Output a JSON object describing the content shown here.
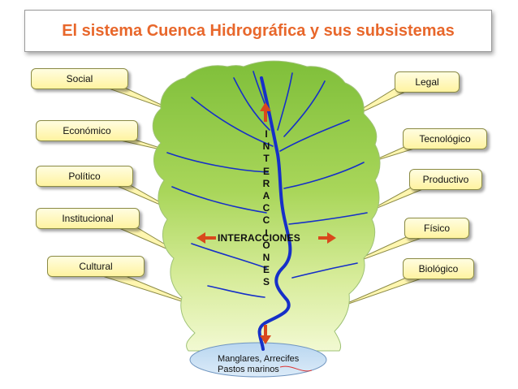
{
  "title": "El sistema Cuenca Hidrográfica y sus subsistemas",
  "left_labels": [
    "Social",
    "Económico",
    "Político",
    "Institucional",
    "Cultural"
  ],
  "right_labels": [
    "Legal",
    "Tecnológico",
    "Productivo",
    "Físico",
    "Biológico"
  ],
  "interactions_horizontal": "INTERACCIONES",
  "interactions_vertical": [
    "I",
    "N",
    "T",
    "E",
    "R",
    "A",
    "C",
    "C",
    "I",
    "O",
    "N",
    "E",
    "S"
  ],
  "bottom_line1": "Manglares, Arrecifes",
  "bottom_line2": "Pastos marinos",
  "colors": {
    "title": "#e8672b",
    "tree_top": "#8cc63f",
    "tree_bottom": "#e9f5b8",
    "river": "#1630c8",
    "arrow": "#d9481c",
    "callout": "#fff6b0"
  }
}
